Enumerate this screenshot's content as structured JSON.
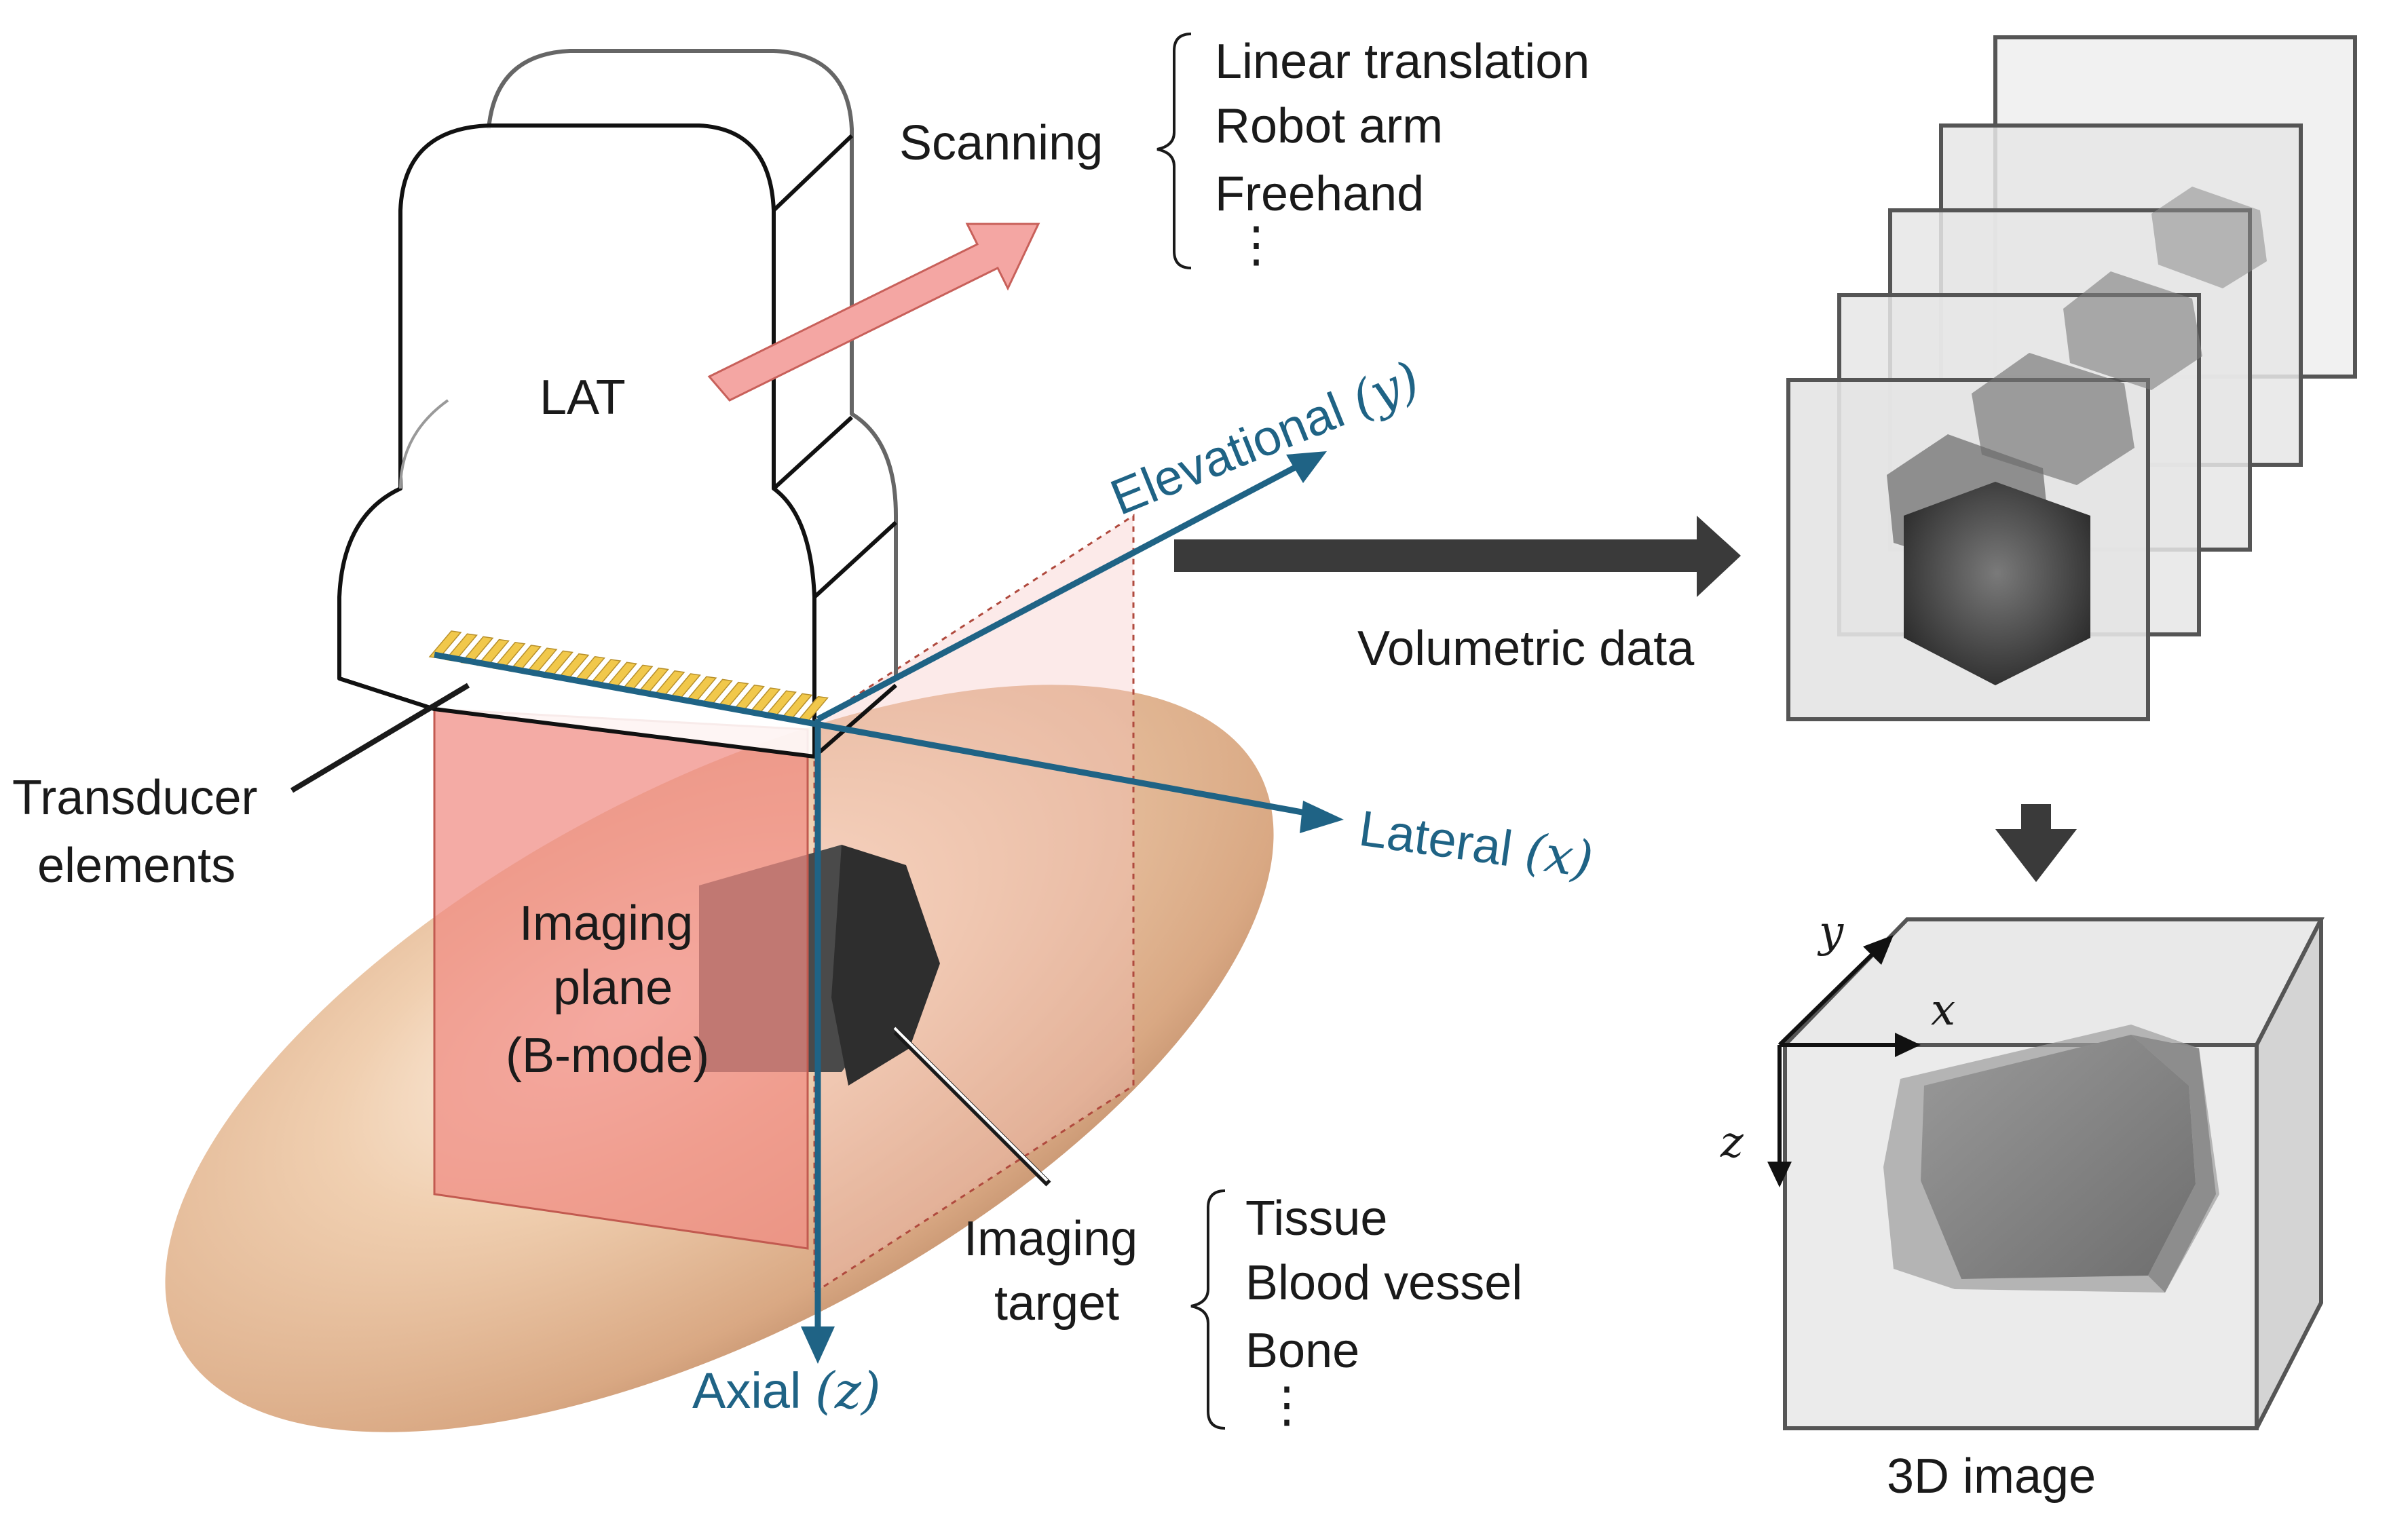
{
  "probe": {
    "label": "LAT"
  },
  "scanning": {
    "title": "Scanning",
    "methods": [
      "Linear translation",
      "Robot arm",
      "Freehand"
    ],
    "more": "⋮"
  },
  "axes": {
    "elevational": {
      "name": "Elevational",
      "var": "(y)"
    },
    "lateral": {
      "name": "Lateral",
      "var": "(x)"
    },
    "axial": {
      "name": "Axial",
      "var": "(z)"
    }
  },
  "labels": {
    "transducer_line1": "Transducer",
    "transducer_line2": "elements",
    "plane_line1": "Imaging",
    "plane_line2": "plane",
    "plane_line3": "(B-mode)",
    "target_line1": "Imaging",
    "target_line2": "target",
    "volumetric": "Volumetric data",
    "image3d": "3D image"
  },
  "targets": {
    "items": [
      "Tissue",
      "Blood vessel",
      "Bone"
    ],
    "more": "⋮"
  },
  "cube_axes": {
    "x": "x",
    "y": "y",
    "z": "z"
  },
  "colors": {
    "axis": "#1f6385",
    "scan_arrow": "#f4a6a3",
    "plane": "#f08a82",
    "body": "#e9bf98",
    "elements": "#f1c84b",
    "dark_arrow": "#3a3a3a"
  },
  "icons": [
    "scan-direction-arrow",
    "flow-arrow-right",
    "flow-arrow-down"
  ]
}
